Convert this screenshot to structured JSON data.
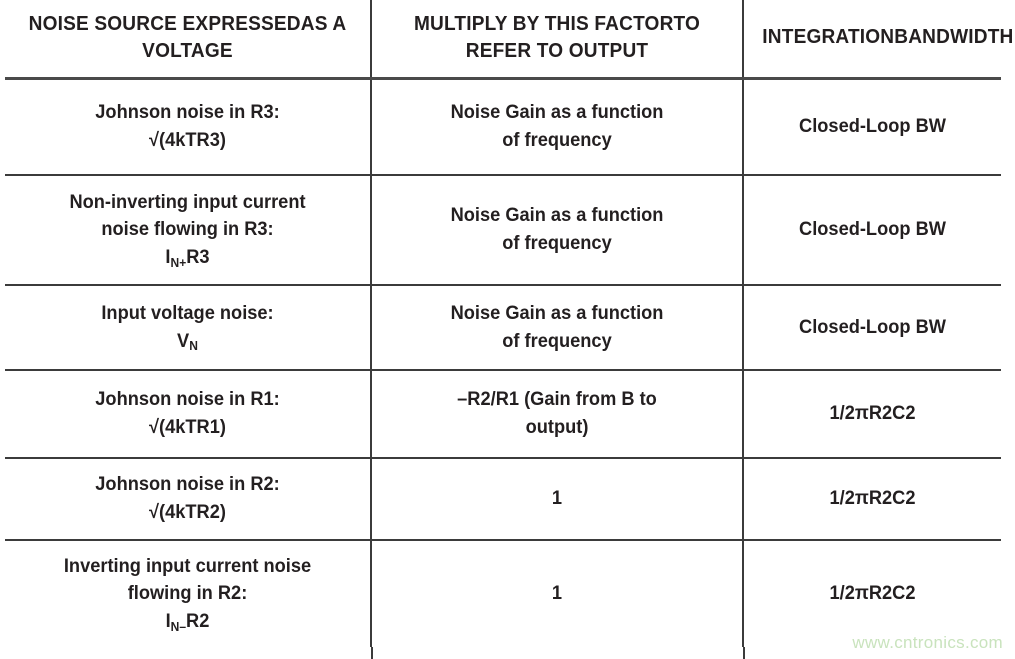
{
  "table": {
    "headers": [
      {
        "line1": "NOISE SOURCE EXPRESSED",
        "line2": "AS A VOLTAGE"
      },
      {
        "line1": "MULTIPLY BY THIS FACTOR",
        "line2": "TO REFER TO OUTPUT"
      },
      {
        "line1": "INTEGRATION",
        "line2": "BANDWIDTH"
      }
    ],
    "rows": [
      {
        "source_line1": "Johnson noise in R3:",
        "source_line2": "√(4kTR3)",
        "source_line3": "",
        "factor_line1": "Noise Gain as a function",
        "factor_line2": "of frequency",
        "bandwidth": "Closed-Loop BW"
      },
      {
        "source_line1": "Non-inverting input current",
        "source_line2": "noise flowing in R3:",
        "source_line3_pre": "I",
        "source_line3_sub": "N+",
        "source_line3_post": "R3",
        "factor_line1": "Noise Gain as a function",
        "factor_line2": "of frequency",
        "bandwidth": "Closed-Loop BW"
      },
      {
        "source_line1": "Input voltage noise:",
        "source_line2_pre": "V",
        "source_line2_sub": "N",
        "source_line2_post": "",
        "factor_line1": "Noise Gain as a function",
        "factor_line2": "of frequency",
        "bandwidth": "Closed-Loop BW"
      },
      {
        "source_line1": "Johnson noise in R1:",
        "source_line2": "√(4kTR1)",
        "factor_line1": "–R2/R1 (Gain from B to",
        "factor_line2": "output)",
        "bandwidth": "1/2πR2C2"
      },
      {
        "source_line1": "Johnson noise in R2:",
        "source_line2": "√(4kTR2)",
        "factor_line1": "1",
        "factor_line2": "",
        "bandwidth": "1/2πR2C2"
      },
      {
        "source_line1": "Inverting input current noise",
        "source_line2": "flowing in R2:",
        "source_line3_pre": "I",
        "source_line3_sub": "N–",
        "source_line3_post": "R2",
        "factor_line1": "1",
        "factor_line2": "",
        "bandwidth": "1/2πR2C2"
      }
    ]
  },
  "watermark": {
    "text": "www.cntronics.com"
  },
  "colors": {
    "text": "#231f20",
    "rule": "#3b3b3b",
    "header_rule": "#4a4a4a",
    "watermark": "#c9e3bd",
    "background": "#ffffff"
  }
}
